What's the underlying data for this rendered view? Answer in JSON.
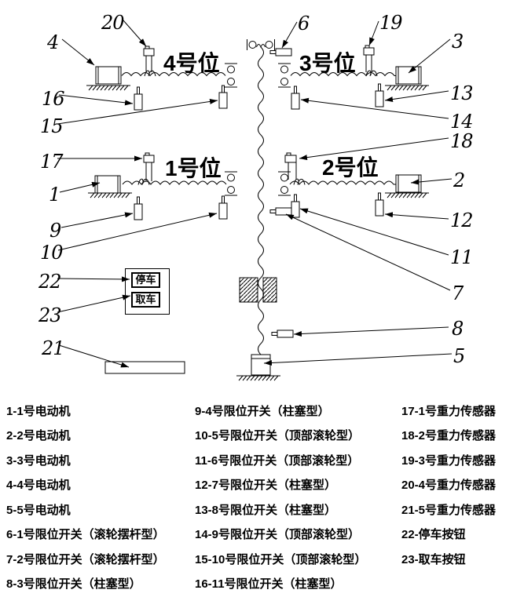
{
  "diagram": {
    "bays": {
      "bay4": "4号位",
      "bay3": "3号位",
      "bay1": "1号位",
      "bay2": "2号位"
    },
    "buttons": {
      "park": "停车",
      "retrieve": "取车"
    },
    "callouts": {
      "n1": "1",
      "n2": "2",
      "n3": "3",
      "n4": "4",
      "n5": "5",
      "n6": "6",
      "n7": "7",
      "n8": "8",
      "n9": "9",
      "n10": "10",
      "n11": "11",
      "n12": "12",
      "n13": "13",
      "n14": "14",
      "n15": "15",
      "n16": "16",
      "n17": "17",
      "n18": "18",
      "n19": "19",
      "n20": "20",
      "n21": "21",
      "n22": "22",
      "n23": "23"
    }
  },
  "legend": {
    "col1": [
      "1-1号电动机",
      "2-2号电动机",
      "3-3号电动机",
      "4-4号电动机",
      "5-5号电动机",
      "6-1号限位开关（滚轮摆杆型）",
      "7-2号限位开关（滚轮摆杆型）",
      "8-3号限位开关（柱塞型）"
    ],
    "col2": [
      "9-4号限位开关（柱塞型）",
      "10-5号限位开关（顶部滚轮型）",
      "11-6号限位开关（顶部滚轮型）",
      "12-7号限位开关（柱塞型）",
      "13-8号限位开关（柱塞型）",
      "14-9号限位开关（顶部滚轮型）",
      "15-10号限位开关（顶部滚轮型）",
      "16-11号限位开关（柱塞型）"
    ],
    "col3": [
      "17-1号重力传感器",
      "18-2号重力传感器",
      "19-3号重力传感器",
      "20-4号重力传感器",
      "21-5号重力传感器",
      "22-停车按钮",
      "23-取车按钮"
    ]
  },
  "colors": {
    "ink": "#000000",
    "background": "#ffffff"
  }
}
